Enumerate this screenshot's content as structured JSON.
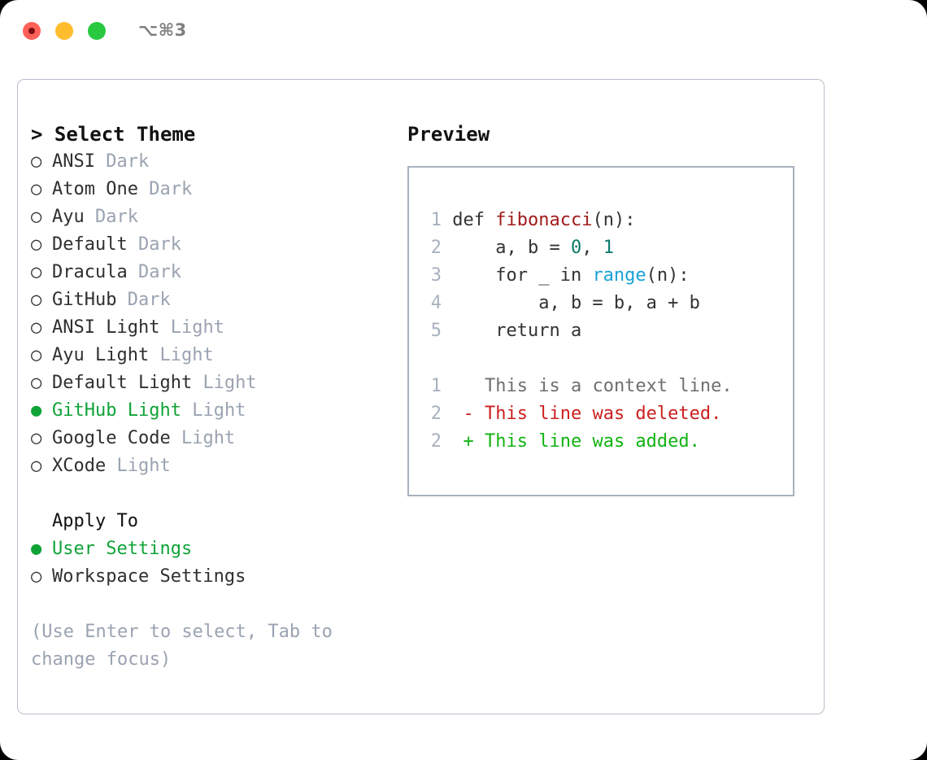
{
  "window": {
    "shortcut": "⌥⌘3",
    "traffic_lights": {
      "close": "close-red",
      "minimize": "minimize-yellow",
      "zoom": "zoom-green"
    }
  },
  "colors": {
    "selected_green": "#10a338",
    "muted_grey": "#9aa3b1",
    "border": "#b9c0cc",
    "preview_border": "#a8b1be",
    "diff_add": "#12b312",
    "diff_del": "#cc1f1f",
    "code_fn": "#a01b1b",
    "code_num": "#0c7b6c",
    "code_call": "#19a2d6"
  },
  "theme_list": {
    "header_caret": ">",
    "header": "Select Theme",
    "items": [
      {
        "marker": "○",
        "label": "ANSI",
        "tag": "Dark",
        "selected": false
      },
      {
        "marker": "○",
        "label": "Atom One",
        "tag": "Dark",
        "selected": false
      },
      {
        "marker": "○",
        "label": "Ayu",
        "tag": "Dark",
        "selected": false
      },
      {
        "marker": "○",
        "label": "Default",
        "tag": "Dark",
        "selected": false
      },
      {
        "marker": "○",
        "label": "Dracula",
        "tag": "Dark",
        "selected": false
      },
      {
        "marker": "○",
        "label": "GitHub",
        "tag": "Dark",
        "selected": false
      },
      {
        "marker": "○",
        "label": "ANSI Light",
        "tag": "Light",
        "selected": false
      },
      {
        "marker": "○",
        "label": "Ayu Light",
        "tag": "Light",
        "selected": false
      },
      {
        "marker": "○",
        "label": "Default Light",
        "tag": "Light",
        "selected": false
      },
      {
        "marker": "●",
        "label": "GitHub Light",
        "tag": "Light",
        "selected": true
      },
      {
        "marker": "○",
        "label": "Google Code",
        "tag": "Light",
        "selected": false
      },
      {
        "marker": "○",
        "label": "XCode",
        "tag": "Light",
        "selected": false
      }
    ]
  },
  "apply_to": {
    "title": "Apply To",
    "items": [
      {
        "marker": "●",
        "label": "User Settings",
        "selected": true
      },
      {
        "marker": "○",
        "label": "Workspace Settings",
        "selected": false
      }
    ]
  },
  "hint": "(Use Enter to select, Tab to change focus)",
  "preview": {
    "title": "Preview",
    "code_lines": [
      {
        "number": "1",
        "segments": [
          {
            "text": "def ",
            "kind": "plain"
          },
          {
            "text": "fibonacci",
            "kind": "fn"
          },
          {
            "text": "(n):",
            "kind": "plain"
          }
        ]
      },
      {
        "number": "2",
        "segments": [
          {
            "text": "    a, b = ",
            "kind": "plain"
          },
          {
            "text": "0",
            "kind": "num"
          },
          {
            "text": ", ",
            "kind": "plain"
          },
          {
            "text": "1",
            "kind": "num"
          }
        ]
      },
      {
        "number": "3",
        "segments": [
          {
            "text": "    for _ in ",
            "kind": "plain"
          },
          {
            "text": "range",
            "kind": "call"
          },
          {
            "text": "(n):",
            "kind": "plain"
          }
        ]
      },
      {
        "number": "4",
        "segments": [
          {
            "text": "        a, b = b, a + b",
            "kind": "plain"
          }
        ]
      },
      {
        "number": "5",
        "segments": [
          {
            "text": "    return a",
            "kind": "plain"
          }
        ]
      }
    ],
    "diff_lines": [
      {
        "number": "1",
        "sign": "  ",
        "text": "This is a context line.",
        "kind": "ctx"
      },
      {
        "number": "2",
        "sign": "- ",
        "text": "This line was deleted.",
        "kind": "del"
      },
      {
        "number": "2",
        "sign": "+ ",
        "text": "This line was added.",
        "kind": "add"
      }
    ]
  }
}
